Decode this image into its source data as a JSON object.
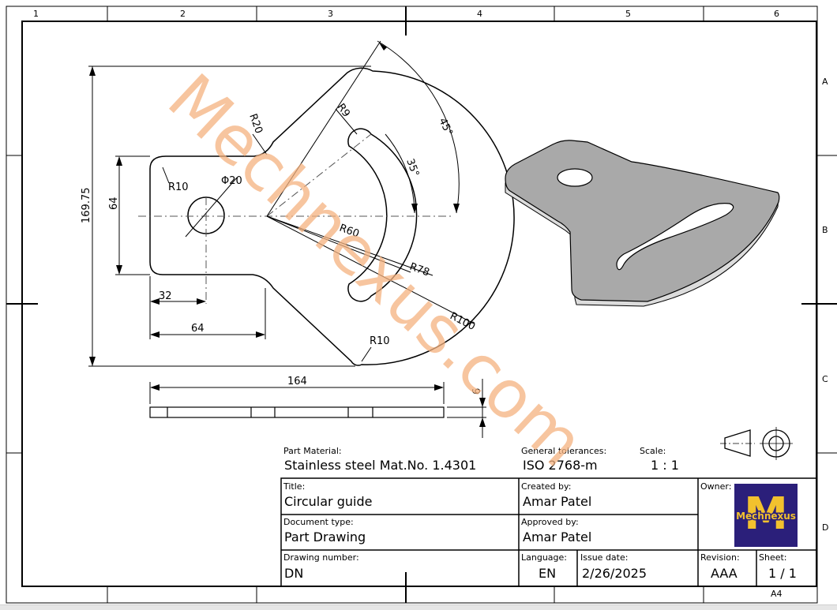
{
  "zones": {
    "columns": [
      "1",
      "2",
      "3",
      "4",
      "5",
      "6"
    ],
    "rows": [
      "A",
      "B",
      "C",
      "D"
    ]
  },
  "dimensions": {
    "height_total": "169.75",
    "height_tab": "64",
    "r20": "R20",
    "r9": "R9",
    "r10_top": "R10",
    "hole_dia": "Φ20",
    "angle_45": "45°",
    "angle_35": "35°",
    "r60": "R60",
    "r78": "R78",
    "r100": "R100",
    "r10_bottom": "R10",
    "w32": "32",
    "w64": "64",
    "w164": "164",
    "thickness": "6"
  },
  "title_block": {
    "material_label": "Part Material:",
    "material_value": "Stainless steel Mat.No. 1.4301",
    "tolerance_label": "General tolerances:",
    "tolerance_value": "ISO 2768-m",
    "scale_label": "Scale:",
    "scale_value": "1 : 1",
    "title_label": "Title:",
    "title_value": "Circular guide",
    "created_label": "Created by:",
    "created_value": "Amar Patel",
    "owner_label": "Owner:",
    "doctype_label": "Document type:",
    "doctype_value": "Part Drawing",
    "approved_label": "Approved by:",
    "approved_value": "Amar Patel",
    "drawing_label": "Drawing number:",
    "drawing_value": "DN",
    "language_label": "Language:",
    "language_value": "EN",
    "issue_label": "Issue date:",
    "issue_value": "2/26/2025",
    "revision_label": "Revision:",
    "revision_value": "AAA",
    "sheet_label": "Sheet:",
    "sheet_value": "1 / 1",
    "paper_size": "A4"
  },
  "logo": {
    "letter": "M",
    "text": "Mechnexus",
    "bg_color": "#2b1f7a",
    "fg_color": "#f2c12e"
  },
  "watermark": "Mechnexus.com",
  "colors": {
    "watermark": "#f5b27f",
    "part_face": "#a9a9a9"
  }
}
